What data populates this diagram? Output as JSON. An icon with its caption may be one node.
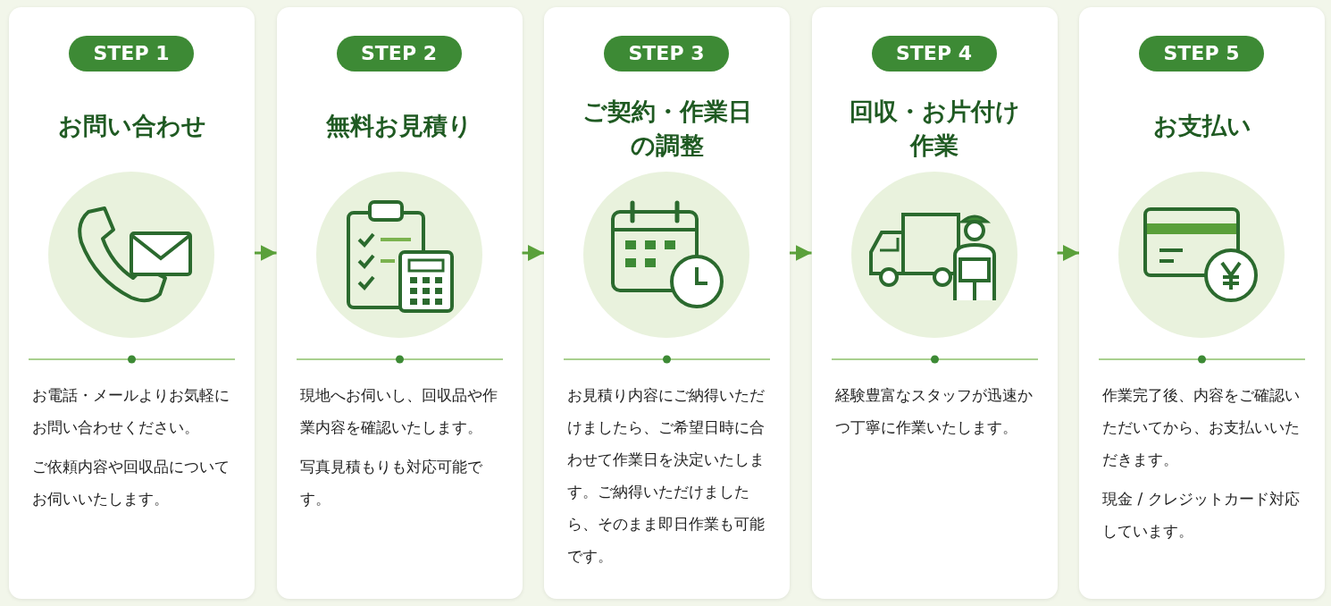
{
  "diagram": {
    "nodes": [
      {
        "text": [
          "STEP 1",
          "お問い合わせ",
          "お電話・メールよりお気軽にお問い合わせください。",
          "ご依頼内容や回収品についてお伺いいたします。"
        ]
      },
      {
        "text": [
          "STEP 2",
          "無料お見積り",
          "現地へお伺いし、回収品や作業内容を確認いたします。",
          "写真見積もりも対応可能です。"
        ]
      },
      {
        "text": [
          "STEP 3",
          "ご契約・作業日の調整",
          "お見積り内容にご納得いただけましたら、ご希望日時に合わせて作業日を決定いたします。ご納得いただけましたら、そのまま即日作業も可能です。"
        ]
      },
      {
        "text": [
          "STEP 4",
          "回収・お片付け作業",
          "経験豊富なスタッフが迅速かつ丁寧に作業いたします。"
        ]
      },
      {
        "text": [
          "STEP 5",
          "お支払い",
          "作業完了後、内容をご確認いただいてから、お支払いいただきます。",
          "現金 / クレジットカード対応しています。"
        ]
      }
    ],
    "edges": [
      {
        "from": 0,
        "to": 1,
        "arrow": "to"
      },
      {
        "from": 1,
        "to": 2,
        "arrow": "to"
      },
      {
        "from": 2,
        "to": 3,
        "arrow": "to"
      },
      {
        "from": 3,
        "to": 4,
        "arrow": "to"
      }
    ]
  }
}
